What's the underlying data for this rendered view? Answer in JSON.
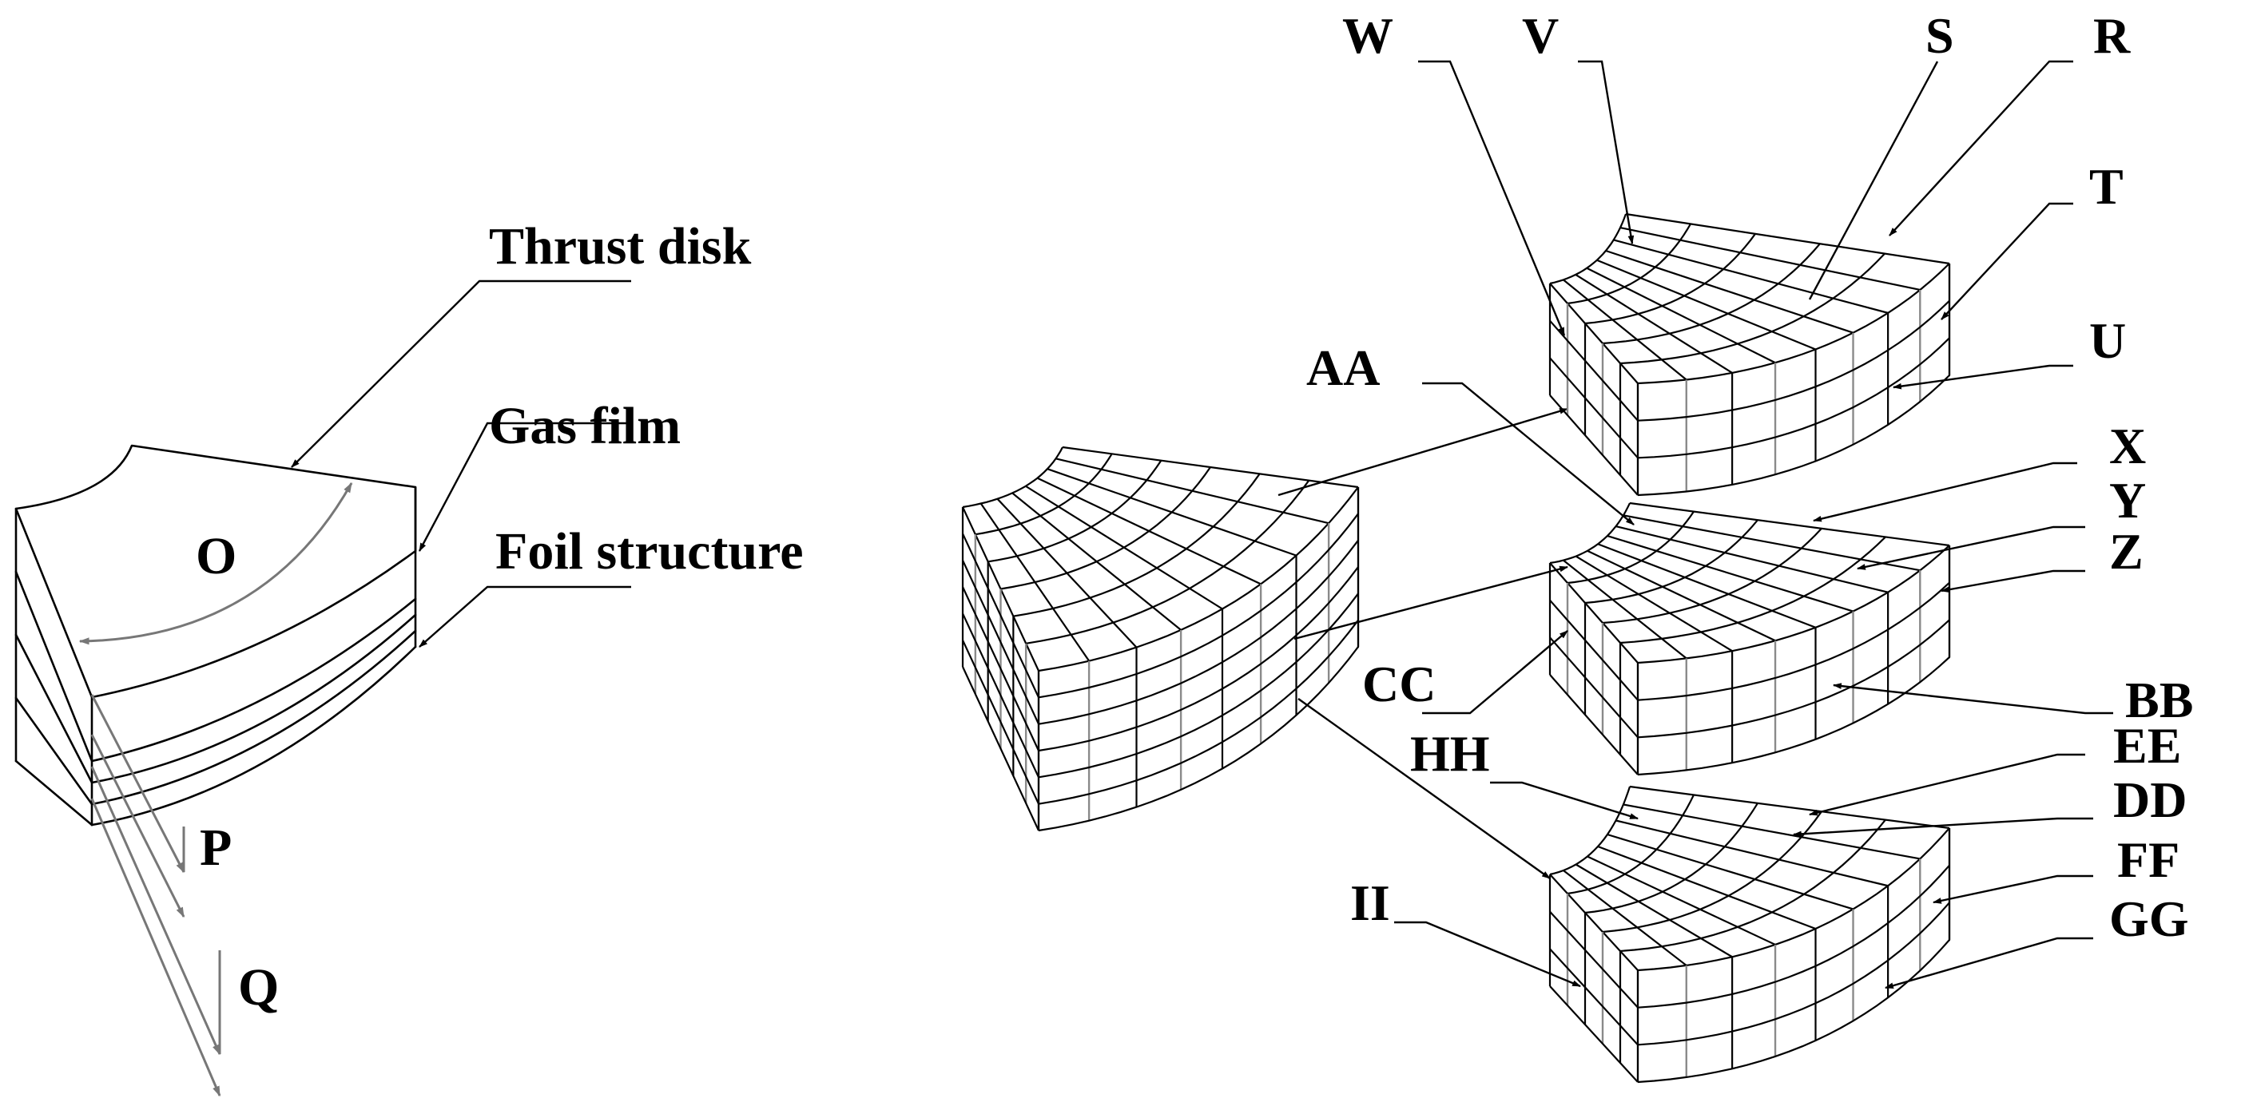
{
  "left_model": {
    "layers": [
      {
        "id": "thrust",
        "label": "Thrust disk"
      },
      {
        "id": "gasfilm",
        "label": "Gas film"
      },
      {
        "id": "foil",
        "label": "Foil structure"
      }
    ],
    "symbols": {
      "circumferential": "O",
      "p": "P",
      "q": "Q"
    }
  },
  "mesh_model": {
    "top_part": [
      "W",
      "V",
      "S",
      "R",
      "T",
      "U"
    ],
    "middle_part": [
      "AA",
      "X",
      "Y",
      "Z",
      "CC",
      "BB"
    ],
    "bottom_part": [
      "HH",
      "EE",
      "DD",
      "FF",
      "II",
      "GG"
    ]
  }
}
